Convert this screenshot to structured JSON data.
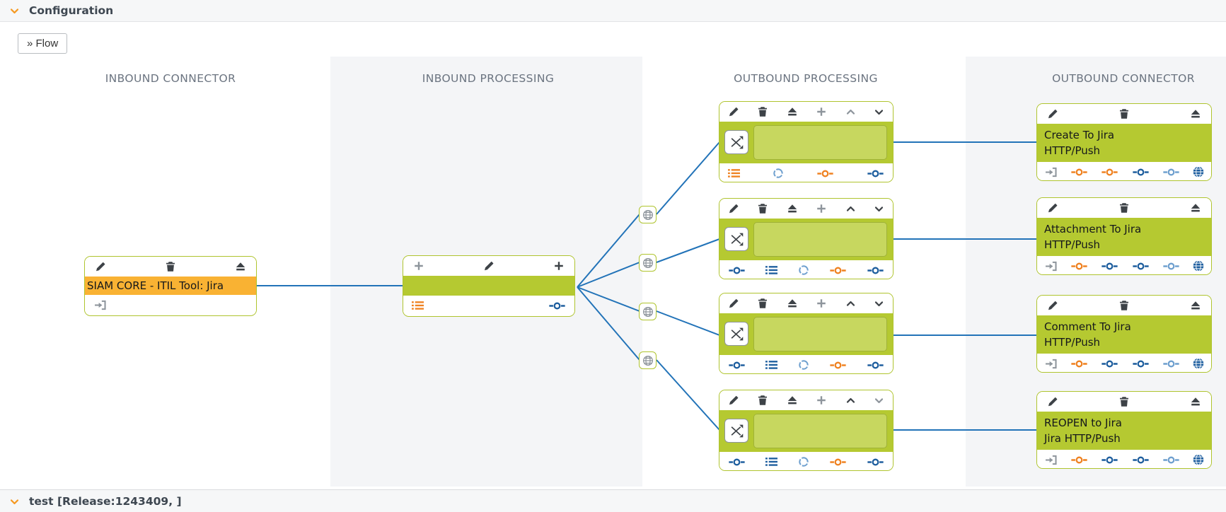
{
  "colors": {
    "accent_orange": "#F59A23",
    "node_green_border": "#AFC42E",
    "node_green_fill": "#B5C931",
    "inner_green_fill": "#C7D75F",
    "inbound_orange": "#F9B233",
    "line_blue": "#2273B8",
    "icon_dark": "#3D4247",
    "icon_gray": "#8E959C",
    "icon_blue": "#1E5E9E",
    "icon_lightblue": "#6FA0CF",
    "icon_orange": "#EF8222",
    "panel_gray": "#F4F5F7"
  },
  "header": {
    "title": "Configuration"
  },
  "toolbar": {
    "flow_label": "» Flow"
  },
  "columns": [
    {
      "label": "INBOUND CONNECTOR"
    },
    {
      "label": "INBOUND PROCESSING"
    },
    {
      "label": "OUTBOUND PROCESSING"
    },
    {
      "label": "OUTBOUND CONNECTOR"
    }
  ],
  "inbound_connector": {
    "title": "SIAM CORE - ITIL Tool: Jira"
  },
  "outbound_connectors": [
    {
      "line1": "Create To Jira",
      "line2": "HTTP/Push"
    },
    {
      "line1": "Attachment To Jira",
      "line2": "HTTP/Push"
    },
    {
      "line1": "Comment To Jira",
      "line2": "HTTP/Push"
    },
    {
      "line1": "REOPEN to Jira",
      "line2": "Jira HTTP/Push"
    }
  ],
  "footer": {
    "title": "test [Release:1243409, ]"
  }
}
